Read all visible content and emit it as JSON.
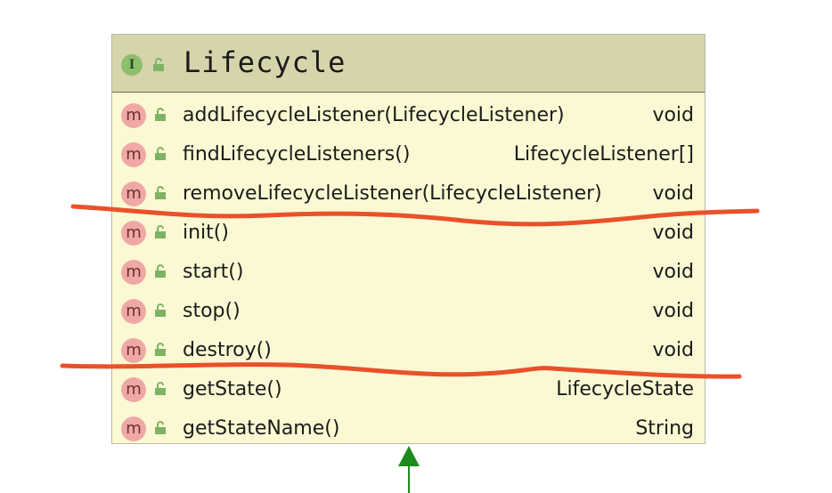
{
  "class": {
    "name": "Lifecycle",
    "kind_badge": "I",
    "method_badge": "m",
    "methods": [
      {
        "name": "addLifecycleListener(LifecycleListener)",
        "type": "void"
      },
      {
        "name": "findLifecycleListeners()",
        "type": "LifecycleListener[]"
      },
      {
        "name": "removeLifecycleListener(LifecycleListener)",
        "type": "void"
      },
      {
        "name": "init()",
        "type": "void"
      },
      {
        "name": "start()",
        "type": "void"
      },
      {
        "name": "stop()",
        "type": "void"
      },
      {
        "name": "destroy()",
        "type": "void"
      },
      {
        "name": "getState()",
        "type": "LifecycleState"
      },
      {
        "name": "getStateName()",
        "type": "String"
      }
    ]
  },
  "icons": {
    "interface": "interface-icon",
    "method": "method-icon",
    "visibility": "unlocked-icon",
    "arrow": "inheritance-arrow-icon"
  },
  "colors": {
    "header": "#d6d4aa",
    "body": "#fbf9d3",
    "annotation": "#e8512a",
    "arrow": "#1e8a1e"
  }
}
